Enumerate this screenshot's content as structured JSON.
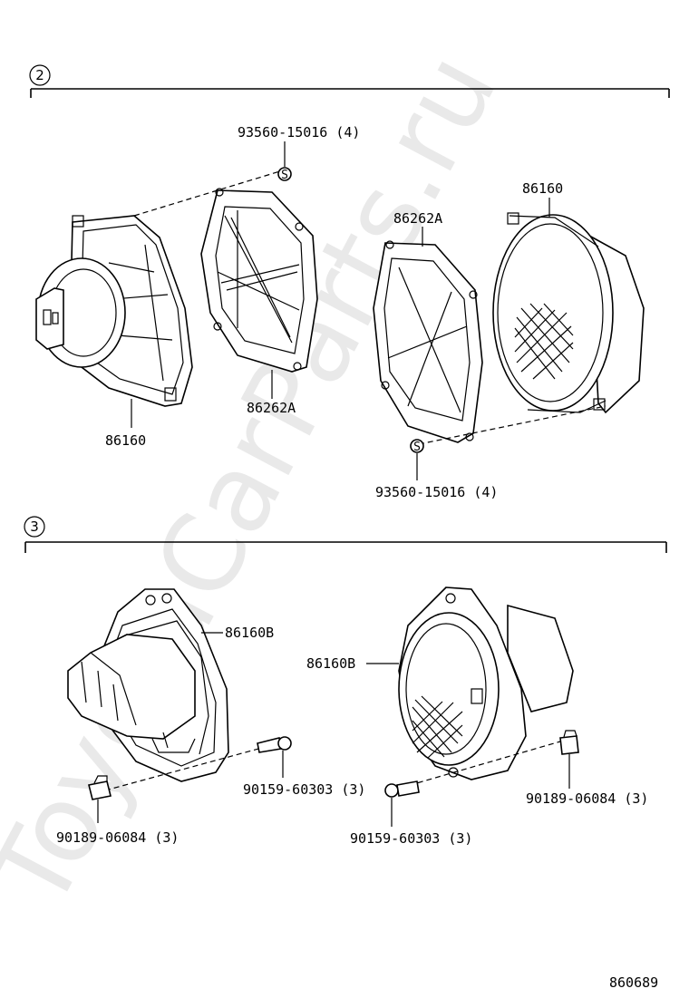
{
  "sections": [
    {
      "number": "2"
    },
    {
      "number": "3"
    }
  ],
  "labels": {
    "s2_screw_top": "93560-15016 (4)",
    "s2_grille_left": "86262A",
    "s2_speaker_left": "86160",
    "s2_grille_right": "86262A",
    "s2_speaker_right": "86160",
    "s2_screw_bottom": "93560-15016 (4)",
    "s3_speaker_left": "86160B",
    "s3_speaker_right": "86160B",
    "s3_bolt_left": "90159-60303 (3)",
    "s3_nut_left": "90189-06084 (3)",
    "s3_bolt_right": "90159-60303 (3)",
    "s3_nut_right": "90189-06084 (3)"
  },
  "screw_marker": "S",
  "watermark": "ToyotaCarParts.ru",
  "drawing_number": "860689"
}
